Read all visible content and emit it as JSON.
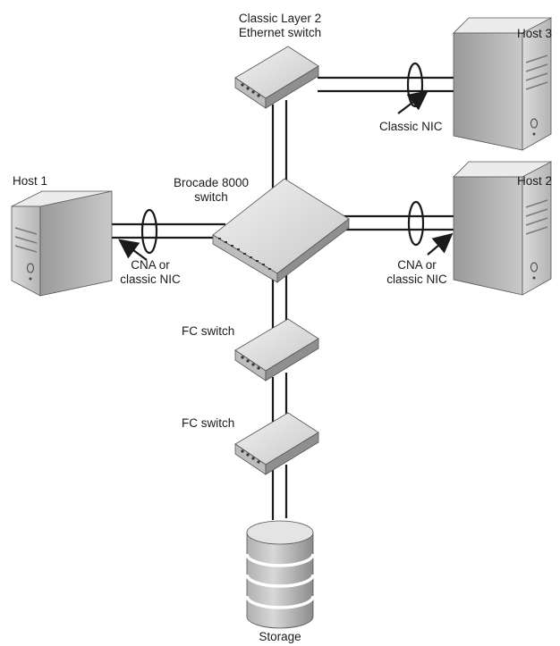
{
  "labels": {
    "ethernet_switch": [
      "Classic Layer 2",
      "Ethernet switch"
    ],
    "host3": "Host 3",
    "host3_nic": "Classic NIC",
    "host1": "Host 1",
    "host2": "Host 2",
    "brocade": [
      "Brocade 8000",
      "switch"
    ],
    "host1_nic": [
      "CNA or",
      "classic NIC"
    ],
    "host2_nic": [
      "CNA or",
      "classic NIC"
    ],
    "fc_switch_1": "FC switch",
    "fc_switch_2": "FC switch",
    "storage": "Storage"
  },
  "colors": {
    "line": "#1a1a1a",
    "device_light": "#e6e6e6",
    "device_mid": "#c4c4c4",
    "device_dark": "#8f8f8f"
  }
}
